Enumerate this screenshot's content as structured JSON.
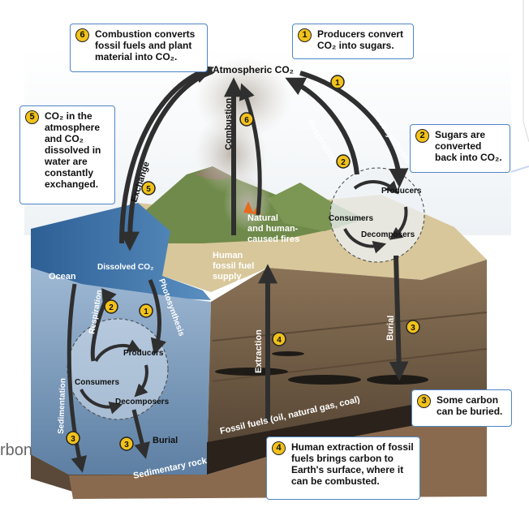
{
  "diagram": {
    "atmosphere_label": "Atmospheric CO₂",
    "labels": {
      "photosynthesis_land": "Photosynthesis",
      "respiration_land": "Respiration",
      "combustion": "Combustion",
      "exchange": "Exchange",
      "producers_land": "Producers",
      "consumers_land": "Consumers",
      "decomposers_land": "Decomposers",
      "fires": "Natural and human-caused fires",
      "fires_l1": "Natural",
      "fires_l2": "and human-",
      "fires_l3": "caused fires",
      "fossil_supply_l1": "Human",
      "fossil_supply_l2": "fossil fuel",
      "fossil_supply_l3": "supply",
      "ocean": "Ocean",
      "dissolved_co2": "Dissolved CO₂",
      "photosynthesis_ocean": "Photosynthesis",
      "respiration_ocean": "Respiration",
      "producers_ocean": "Producers",
      "consumers_ocean": "Consumers",
      "decomposers_ocean": "Decomposers",
      "sedimentation": "Sedimentation",
      "burial_ocean": "Burial",
      "burial_land": "Burial",
      "extraction": "Extraction",
      "fossil_fuels": "Fossil fuels (oil, natural gas, coal)",
      "sedimentary_rock": "Sedimentary rock"
    },
    "badges": {
      "b6": "6",
      "b1": "1",
      "b2": "2",
      "b5": "5",
      "b3": "3",
      "b4": "4"
    },
    "callouts": {
      "c6": {
        "num": "6",
        "text": "Combustion converts fossil fuels and plant material into CO₂."
      },
      "c1": {
        "num": "1",
        "text": "Producers convert CO₂ into sugars."
      },
      "c5": {
        "num": "5",
        "text": "CO₂ in the atmosphere and CO₂ dissolved in water are constantly exchanged."
      },
      "c2": {
        "num": "2",
        "text": "Sugars are converted back into CO₂."
      },
      "c3": {
        "num": "3",
        "text": "Some carbon can be buried."
      },
      "c4": {
        "num": "4",
        "text": "Human extraction of fossil fuels brings carbon to Earth's surface, where it can be combusted."
      }
    },
    "side_text": "rbon"
  }
}
